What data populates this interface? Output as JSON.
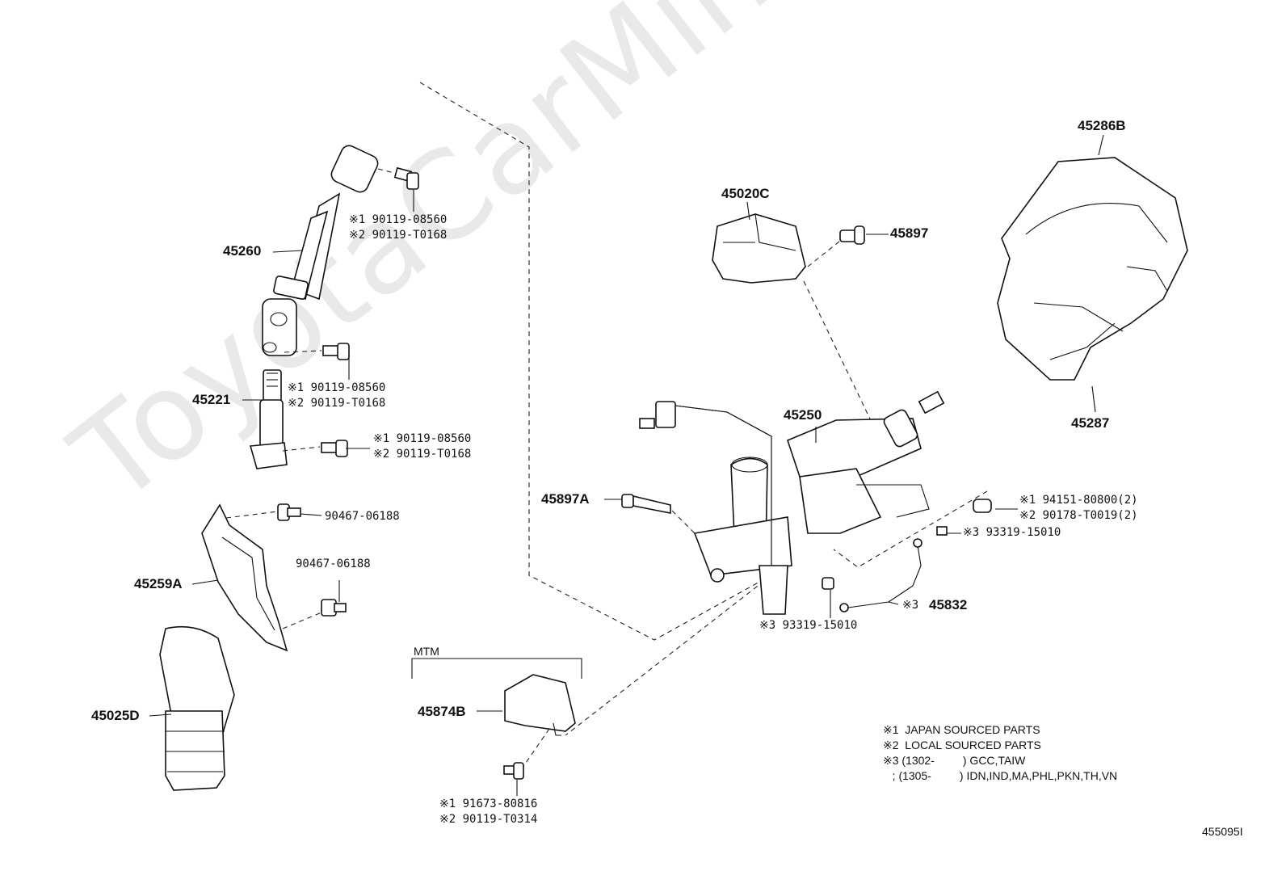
{
  "watermark": "ToyotaCarMine.ru",
  "diagram_id": "455095I",
  "labels": {
    "p45260": "45260",
    "p45221": "45221",
    "p45259A": "45259A",
    "p45025D": "45025D",
    "p45020C": "45020C",
    "p45897": "45897",
    "p45250": "45250",
    "p45897A": "45897A",
    "p45286B": "45286B",
    "p45287": "45287",
    "p45832": "45832",
    "p45874B": "45874B",
    "mtm": "MTM"
  },
  "part_numbers": {
    "bolt_top_1": "※1 90119-08560",
    "bolt_top_2": "※2 90119-T0168",
    "bolt_mid_1": "※1 90119-08560",
    "bolt_mid_2": "※2 90119-T0168",
    "bolt_low_1": "※1 90119-08560",
    "bolt_low_2": "※2 90119-T0168",
    "clip_a": "90467-06188",
    "clip_b": "90467-06188",
    "nut_1": "※1 94151-80800(2)",
    "nut_2": "※2 90178-T0019(2)",
    "screw_3a": "※3 93319-15010",
    "screw_3b": "※3 93319-15010",
    "wire_45832_prefix": "※3",
    "mtm_bolt_1": "※1 91673-80816",
    "mtm_bolt_2": "※2 90119-T0314"
  },
  "notes": {
    "n1": "※1  JAPAN SOURCED PARTS",
    "n2": "※2  LOCAL SOURCED PARTS",
    "n3": "※3 (1302-         ) GCC,TAIW",
    "n4": "   ; (1305-         ) IDN,IND,MA,PHL,PKN,TH,VN"
  }
}
